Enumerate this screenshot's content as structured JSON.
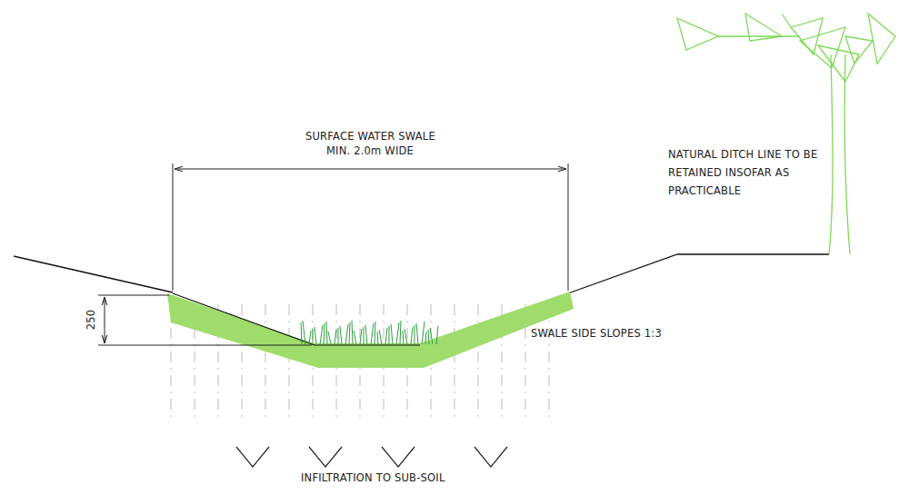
{
  "diagram": {
    "labels": [
      "SURFACE WATER SWALE",
      "MIN. 2.0m WIDE",
      "NATURAL DITCH LINE TO BE RETAINED INSOFAR AS PRACTICABLE",
      "250",
      "SWALE SIDE SLOPES 1:3",
      "INFILTRATION TO SUB-SOIL"
    ]
  }
}
